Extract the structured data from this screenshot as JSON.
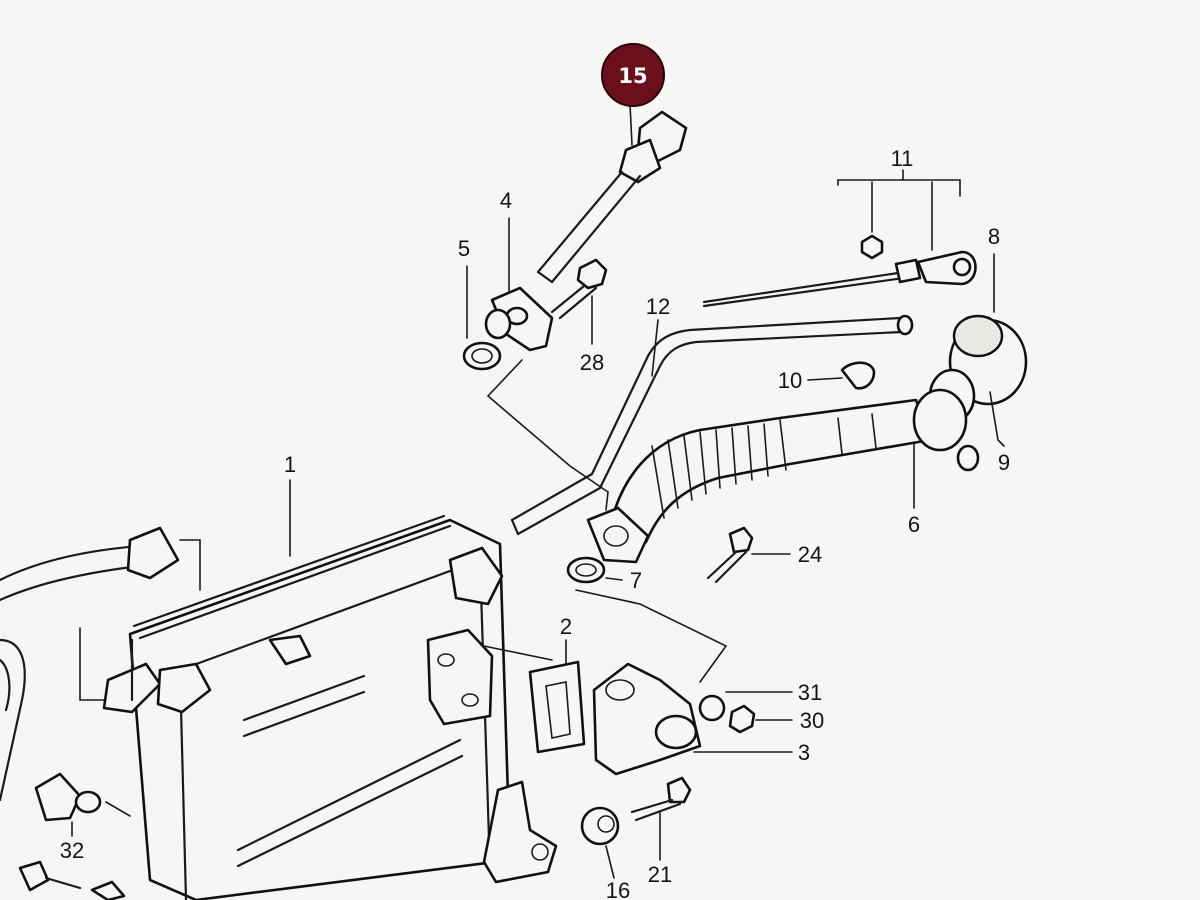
{
  "highlight_callout": {
    "label": "15",
    "color": "#6b0f1a"
  },
  "callouts": {
    "c1": "1",
    "c2": "2",
    "c3": "3",
    "c4": "4",
    "c5": "5",
    "c6": "6",
    "c7": "7",
    "c8": "8",
    "c9": "9",
    "c10": "10",
    "c11": "11",
    "c12": "12",
    "c16": "16",
    "c21": "21",
    "c24": "24",
    "c28": "28",
    "c30": "30",
    "c31": "31",
    "c32": "32"
  }
}
